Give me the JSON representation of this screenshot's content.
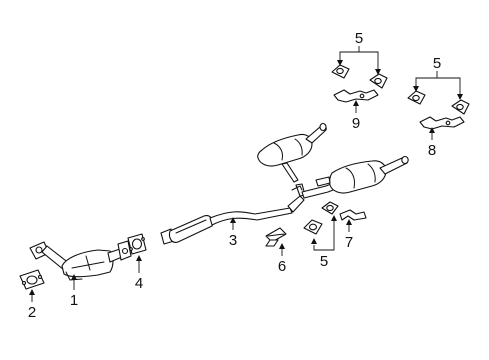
{
  "callouts": {
    "c1": "1",
    "c2": "2",
    "c3": "3",
    "c4": "4",
    "c5_insulators_top_left": "5",
    "c5_insulators_top_right": "5",
    "c5_insulators_bottom": "5",
    "c6": "6",
    "c7": "7",
    "c8": "8",
    "c9": "9"
  }
}
